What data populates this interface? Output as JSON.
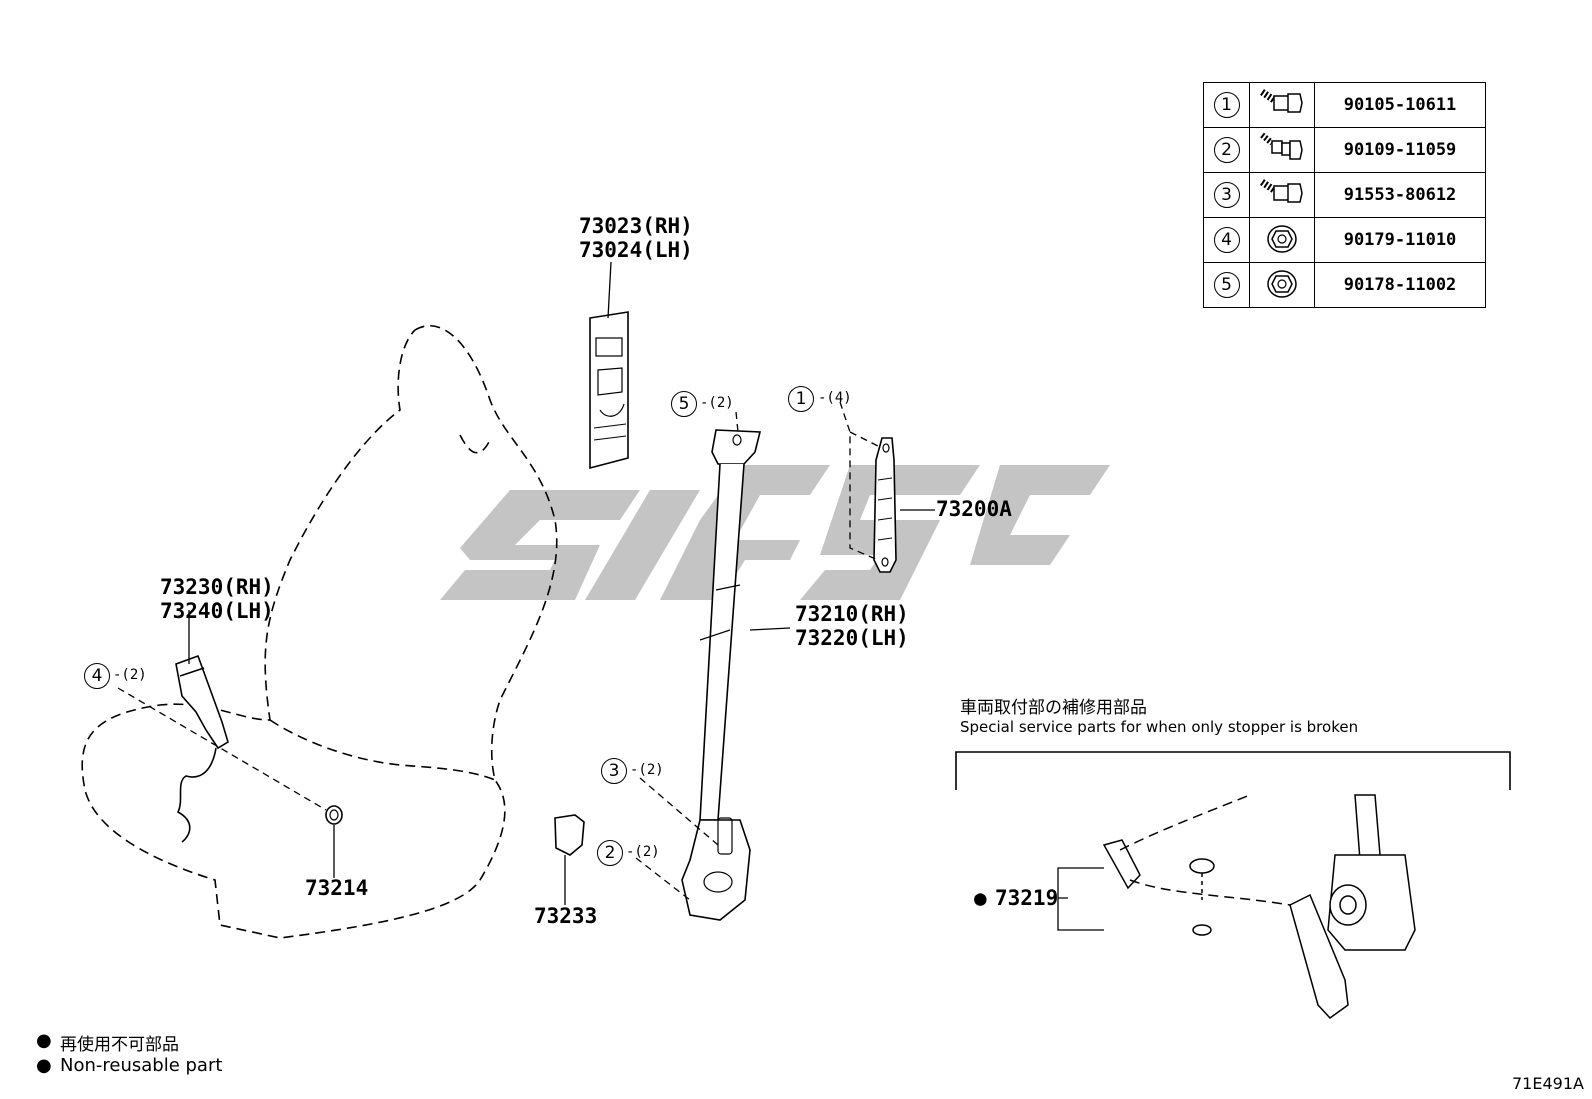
{
  "fastener_table": [
    {
      "key": "1",
      "part_no": "90105-10611",
      "icon": "flange-bolt-icon"
    },
    {
      "key": "2",
      "part_no": "90109-11059",
      "icon": "stepped-bolt-icon"
    },
    {
      "key": "3",
      "part_no": "91553-80612",
      "icon": "flange-bolt-icon"
    },
    {
      "key": "4",
      "part_no": "90179-11010",
      "icon": "flange-nut-icon"
    },
    {
      "key": "5",
      "part_no": "90178-11002",
      "icon": "flange-nut-icon"
    }
  ],
  "callouts": {
    "cover": {
      "rh": "73023(RH)",
      "lh": "73024(LH)"
    },
    "anchor_rail": "73200A",
    "belt_assy": {
      "rh": "73210(RH)",
      "lh": "73220(LH)"
    },
    "buckle": {
      "rh": "73230(RH)",
      "lh": "73240(LH)"
    },
    "grommet": "73214",
    "cover_lower": "73233",
    "stopper": "73219"
  },
  "fastener_callouts": [
    {
      "key": "5",
      "qty": "-(2)"
    },
    {
      "key": "1",
      "qty": "-(4)"
    },
    {
      "key": "4",
      "qty": "-(2)"
    },
    {
      "key": "3",
      "qty": "-(2)"
    },
    {
      "key": "2",
      "qty": "-(2)"
    }
  ],
  "inset": {
    "title_jp": "車両取付部の補修用部品",
    "title_en": "Special service parts for when only stopper is broken",
    "marker": "●"
  },
  "legend": {
    "marker": "●",
    "jp": "再使用不可部品",
    "en": "Non-reusable part"
  },
  "figure_id": "71E491A",
  "watermark_color": "#c8c8c8"
}
